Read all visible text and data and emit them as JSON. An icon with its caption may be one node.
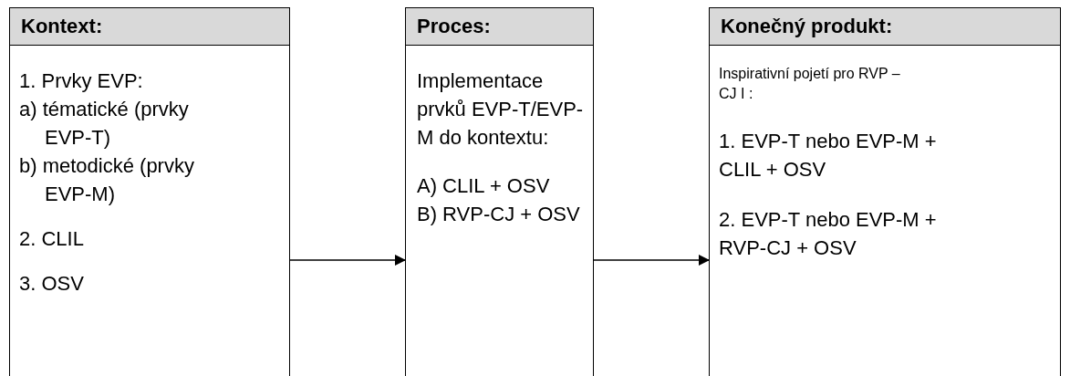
{
  "diagram": {
    "nodes": [
      {
        "text": [
          "Kontext:",
          "1. Prvky EVP:",
          "a) tématické (prvky EVP-T)",
          "b) metodické (prvky EVP-M)",
          "2. CLIL",
          "3. OSV"
        ]
      },
      {
        "text": [
          "Proces:",
          "Implementace prvků EVP-T/EVP-M do kontextu:",
          "A) CLIL + OSV",
          "B) RVP-CJ + OSV"
        ]
      },
      {
        "text": [
          "Konečný produkt:",
          "Inspirativní pojetí pro RVP – CJ I :",
          "1. EVP-T nebo EVP-M + CLIL + OSV",
          "2. EVP-T nebo EVP-M + RVP-CJ + OSV"
        ]
      }
    ],
    "edges": [
      {
        "from": 0,
        "to": 1,
        "arrow": "to"
      },
      {
        "from": 1,
        "to": 2,
        "arrow": "to"
      }
    ]
  }
}
